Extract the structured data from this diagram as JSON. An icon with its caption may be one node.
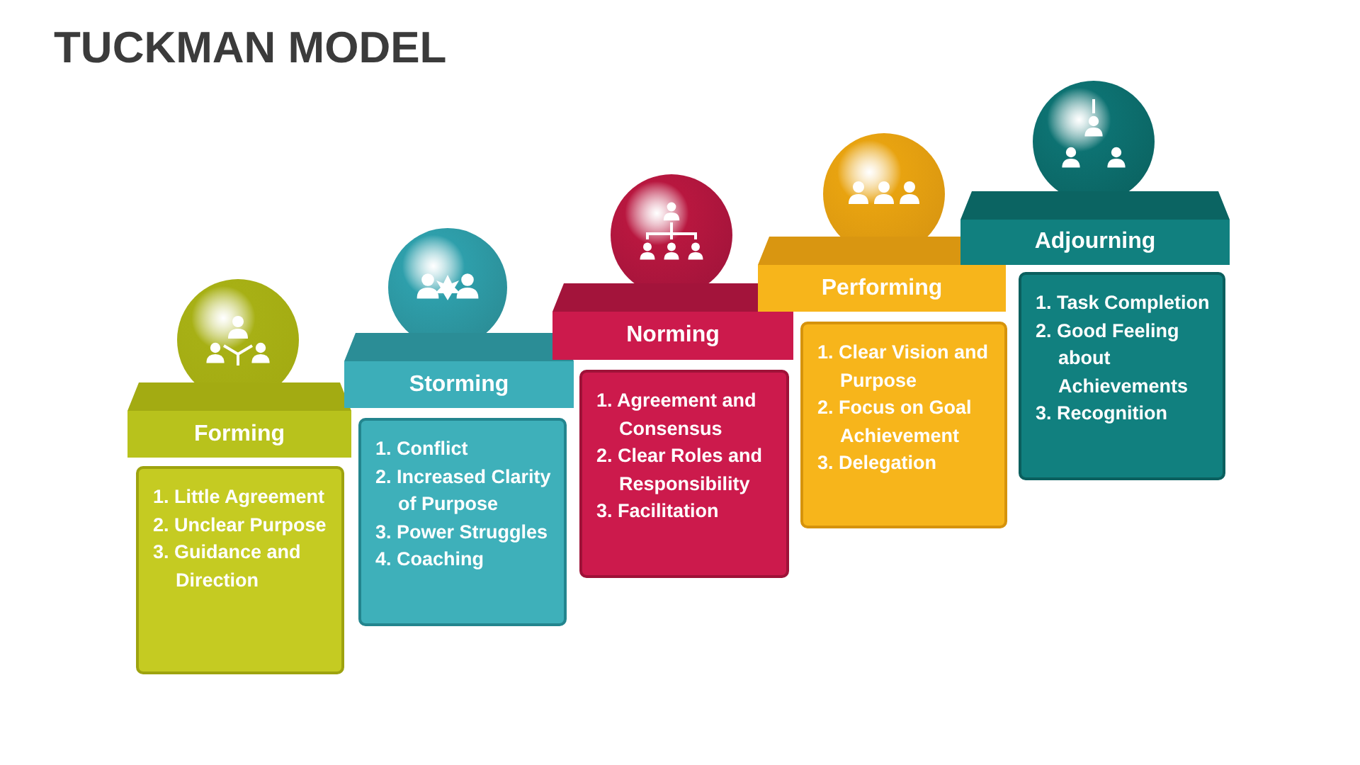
{
  "diagram": {
    "title": "TUCKMAN MODEL",
    "nodes": [
      {
        "text": [
          "Forming"
        ]
      },
      {
        "text": [
          "1. Little Agreement",
          "2. Unclear Purpose",
          "3. Guidance and Direction"
        ]
      },
      {
        "text": [
          "Storming"
        ]
      },
      {
        "text": [
          "1. Conflict",
          "2. Increased Clarity of Purpose",
          "3. Power Struggles",
          "4. Coaching"
        ]
      },
      {
        "text": [
          "Norming"
        ]
      },
      {
        "text": [
          "1. Agreement and Consensus",
          "2. Clear Roles and Responsibility",
          "3. Facilitation"
        ]
      },
      {
        "text": [
          "Performing"
        ]
      },
      {
        "text": [
          "1. Clear Vision and Purpose",
          "2. Focus on Goal Achievement",
          "3. Delegation"
        ]
      },
      {
        "text": [
          "Adjourning"
        ]
      },
      {
        "text": [
          "1. Task Completion",
          "2. Good Feeling about Achievements",
          "3. Recognition"
        ]
      }
    ]
  }
}
